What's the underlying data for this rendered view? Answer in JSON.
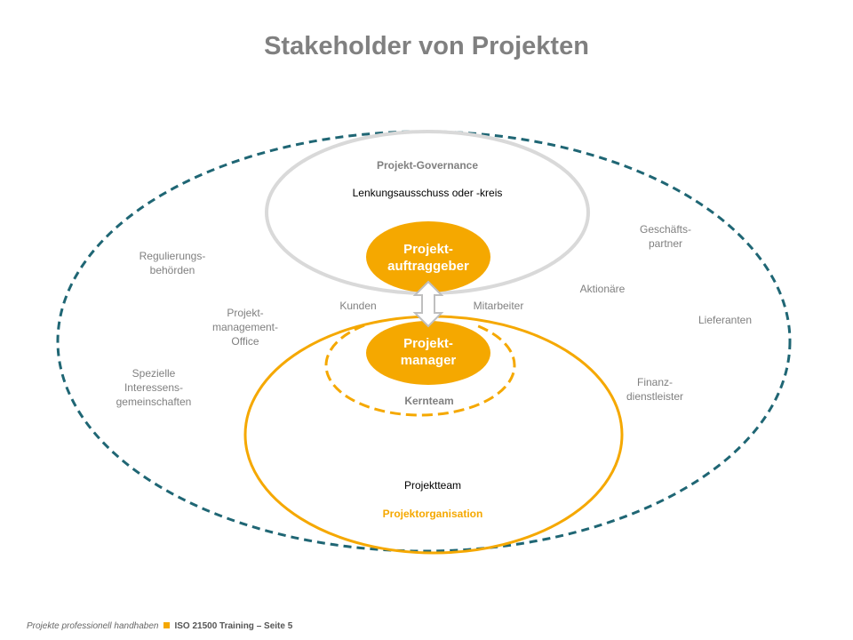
{
  "title": "Stakeholder von Projekten",
  "labels": {
    "governance": "Projekt-Governance",
    "lenkung": "Lenkungsausschuss oder -kreis",
    "auftraggeber": [
      "Projekt-",
      "auftraggeber"
    ],
    "manager": [
      "Projekt-",
      "manager"
    ],
    "kunden": "Kunden",
    "mitarbeiter": "Mitarbeiter",
    "kernteam": "Kernteam",
    "projektteam": "Projektteam",
    "projektorganisation": "Projektorganisation",
    "regulierung": [
      "Regulierungs-",
      "behörden"
    ],
    "pmo": [
      "Projekt-",
      "management-",
      "Office"
    ],
    "spezielle": [
      "Spezielle",
      "Interessens-",
      "gemeinschaften"
    ],
    "geschaeft": [
      "Geschäfts-",
      "partner"
    ],
    "aktionaere": "Aktionäre",
    "lieferanten": "Lieferanten",
    "finanz": [
      "Finanz-",
      "dienstleister"
    ]
  },
  "footer": {
    "left": "Projekte professionell handhaben",
    "right": "ISO 21500 Training – Seite 5"
  },
  "colors": {
    "orange": "#f5a800",
    "teal": "#1f6674",
    "gray": "#d9d9d9"
  }
}
